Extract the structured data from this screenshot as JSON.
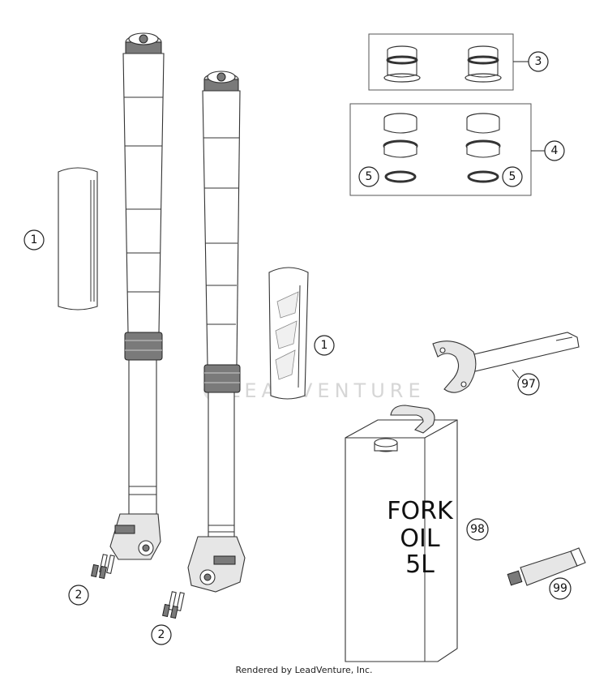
{
  "callouts": {
    "c1a": "1",
    "c1b": "1",
    "c2a": "2",
    "c2b": "2",
    "c3": "3",
    "c4": "4",
    "c5a": "5",
    "c5b": "5",
    "c97": "97",
    "c98": "98",
    "c99": "99"
  },
  "oil_can": {
    "line1": "FORK",
    "line2": "OIL",
    "line3": "5L"
  },
  "watermark": "LEADVENTURE",
  "footer": "Rendered by LeadVenture, Inc."
}
